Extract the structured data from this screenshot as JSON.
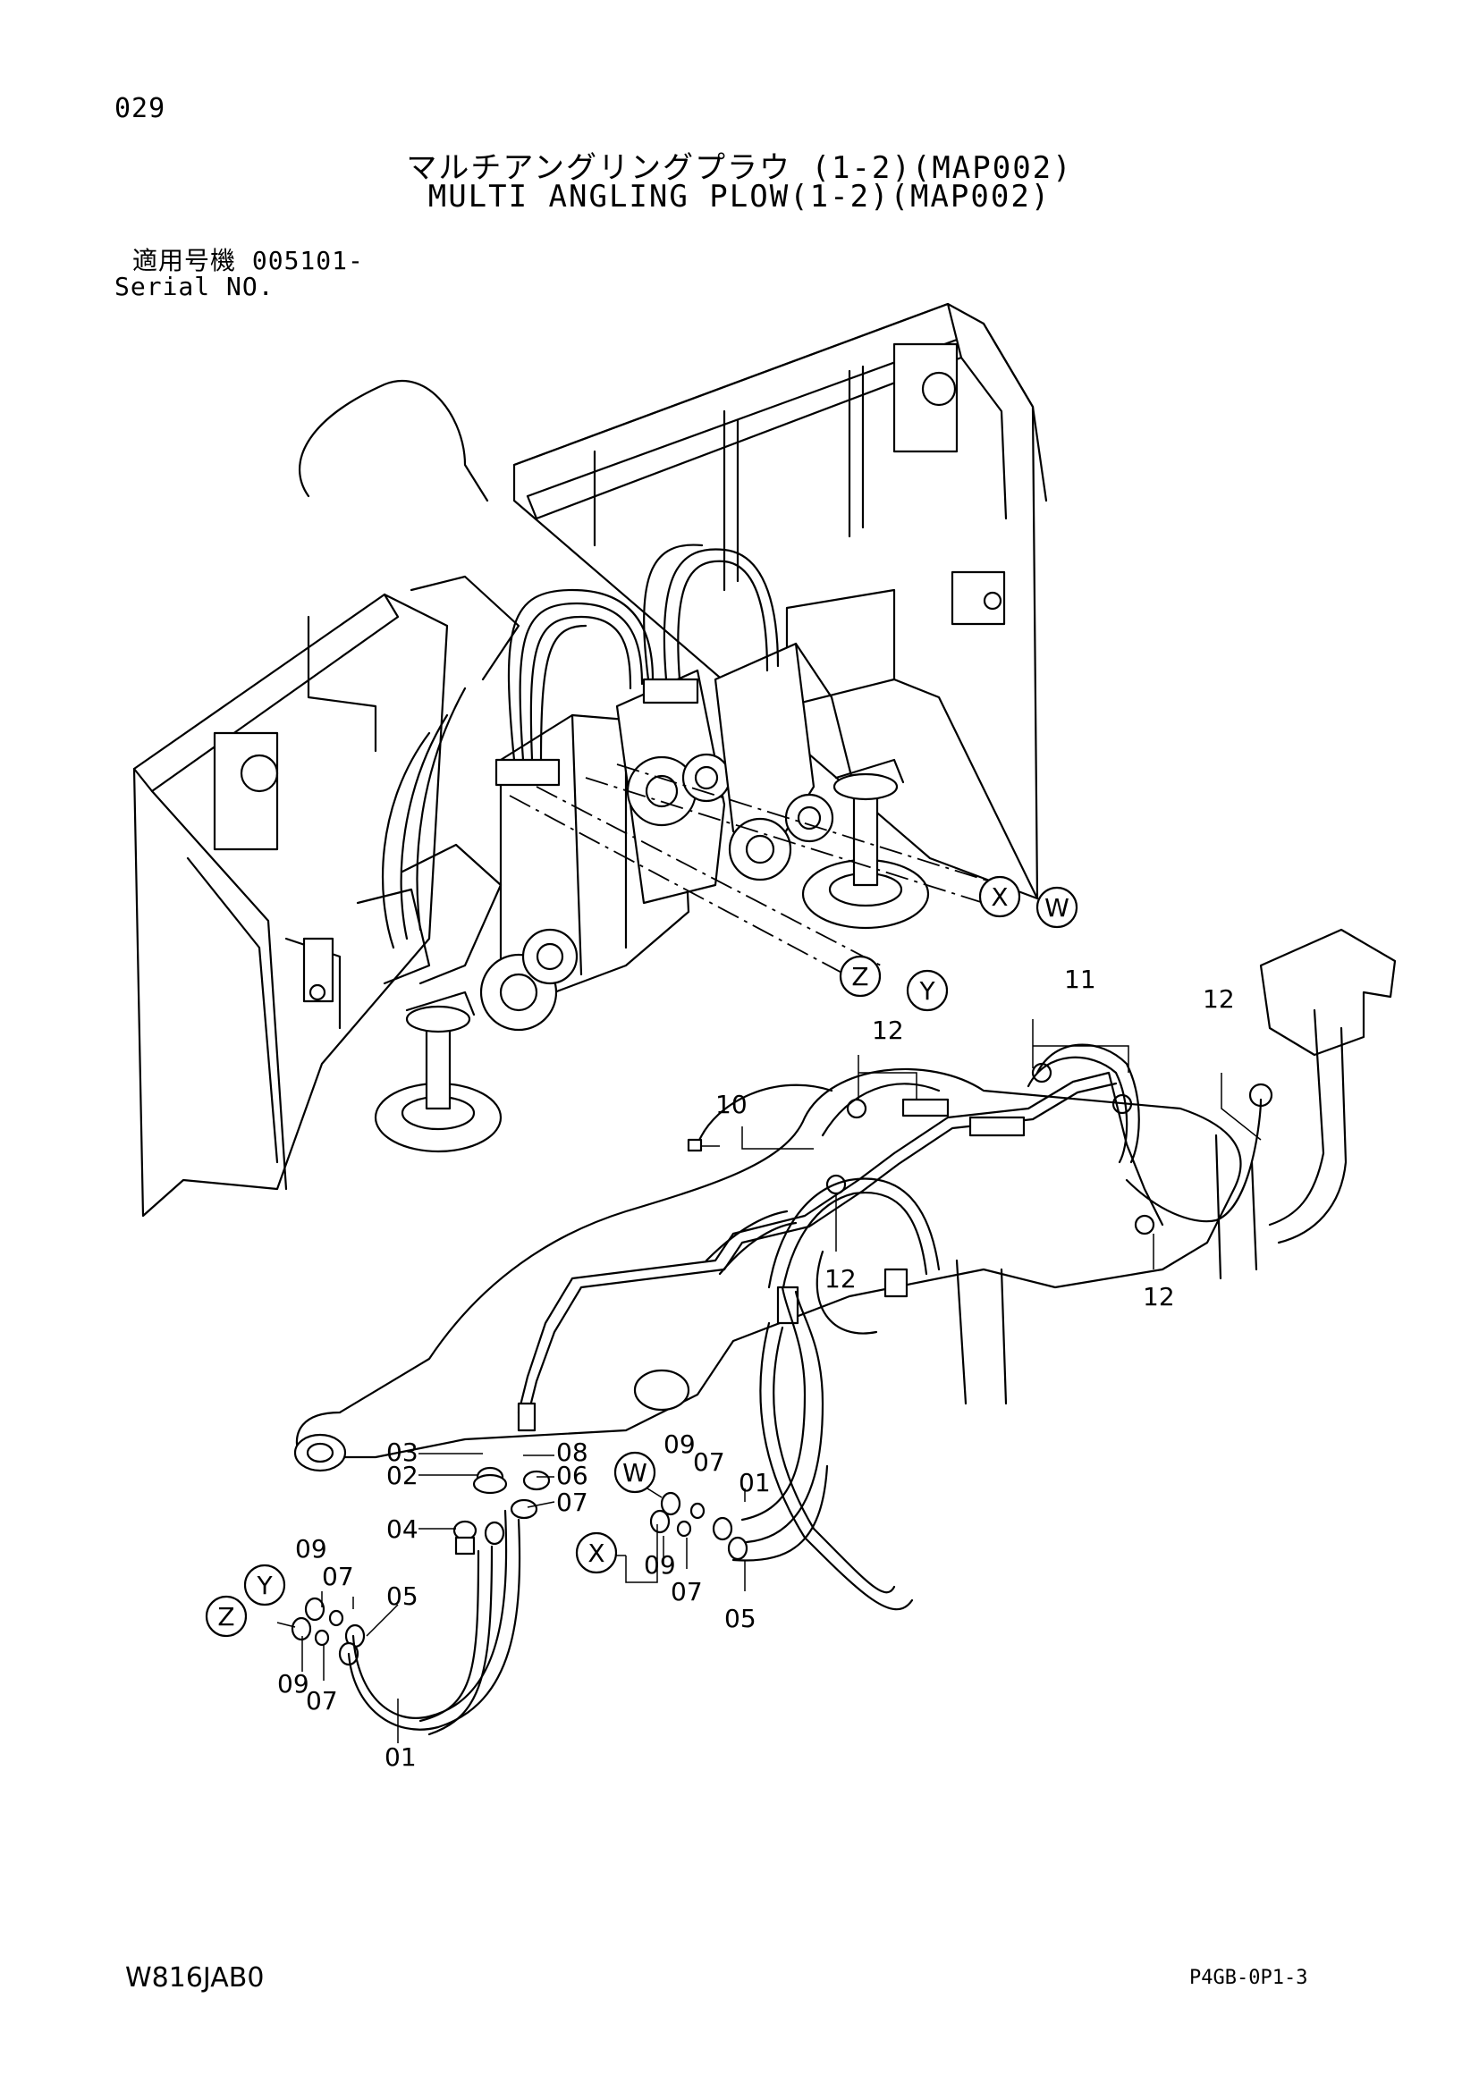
{
  "page_number": "029",
  "title_jp": "マルチアングリングプラウ (1-2)(MAP002)",
  "title_en": "MULTI ANGLING PLOW(1-2)(MAP002)",
  "serial_label_jp": "適用号機 005101-",
  "serial_label_en": "Serial NO.",
  "footer_left": "W816JAB0",
  "footer_right": "P4GB-0P1-3",
  "callouts": {
    "c10": "10",
    "c11": "11",
    "c12a": "12",
    "c12b": "12",
    "c12c": "12",
    "c12d": "12",
    "c03": "03",
    "c02": "02",
    "c04": "04",
    "c06": "06",
    "c07a": "07",
    "c08": "08",
    "c09a": "09",
    "c07b": "07",
    "c01a": "01",
    "c09b": "09",
    "c07c": "07",
    "c05a": "05",
    "c09c": "09",
    "c07d": "07",
    "c05b": "05",
    "c09d": "09",
    "c07e": "07",
    "c01b": "01"
  },
  "markers": {
    "x1": "X",
    "w1": "W",
    "z1": "Z",
    "y1": "Y",
    "w2": "W",
    "x2": "X",
    "y2": "Y",
    "z2": "Z"
  }
}
